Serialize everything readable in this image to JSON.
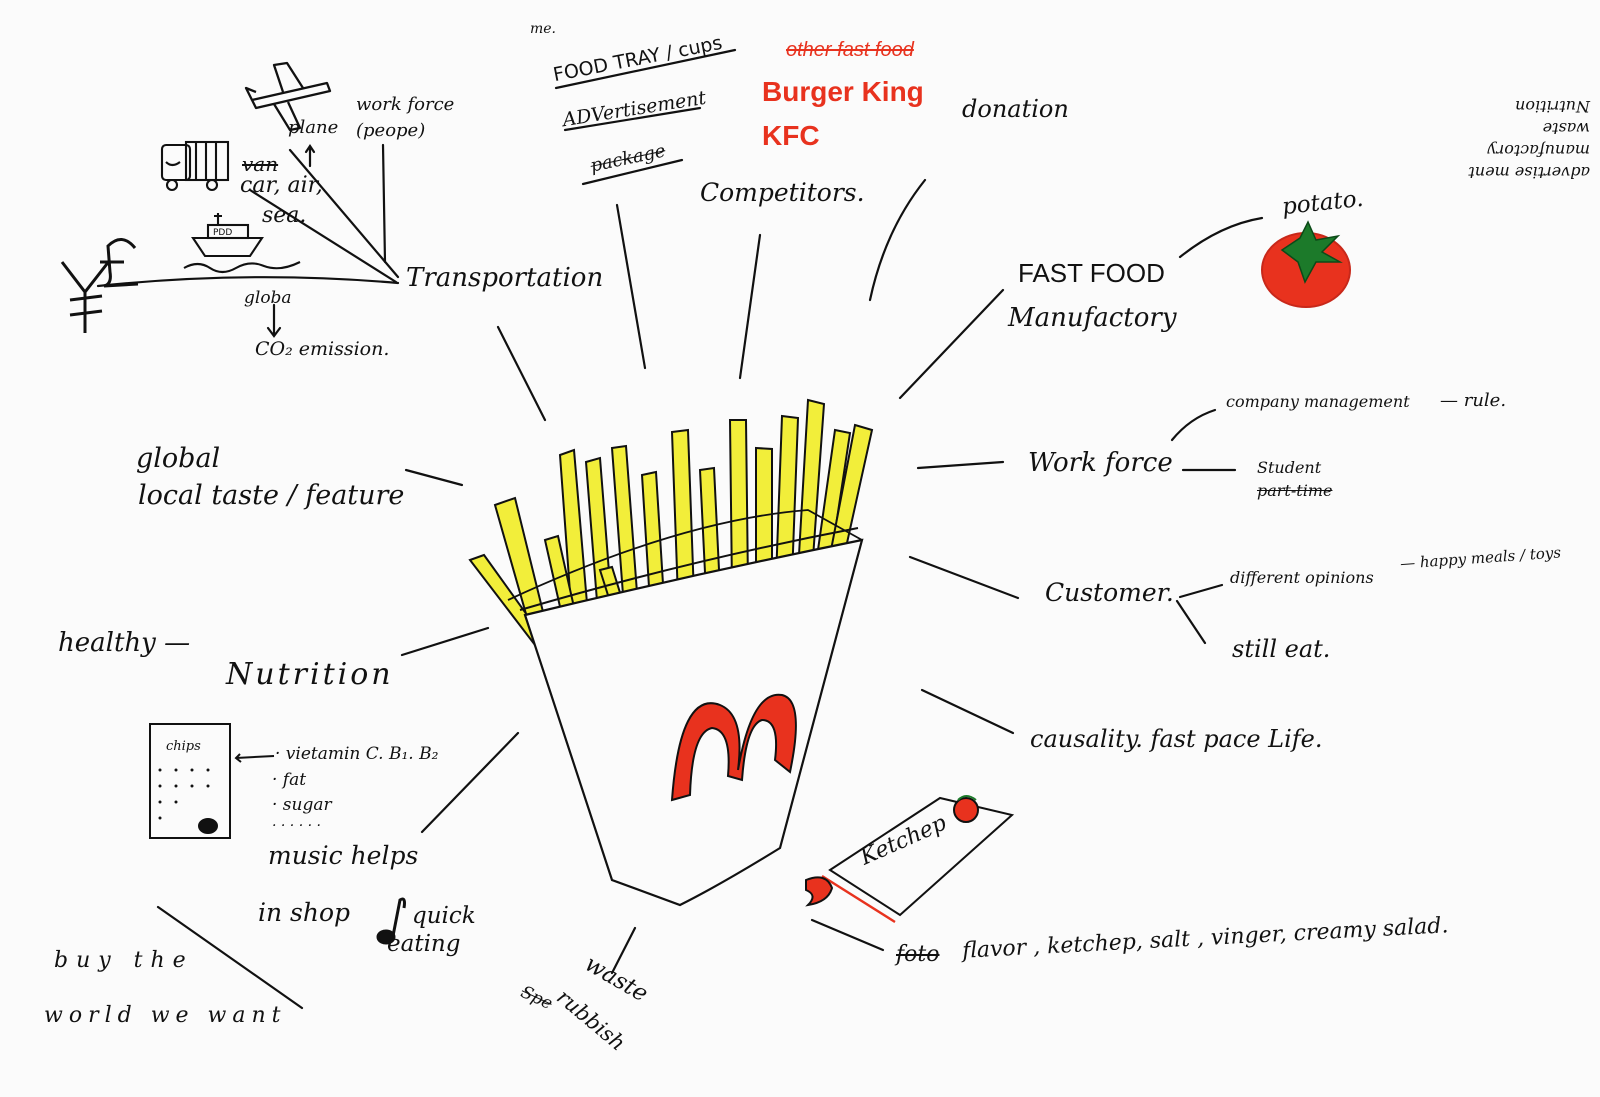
{
  "center": {
    "logo": "M"
  },
  "transport": {
    "plane": "plane",
    "work_force_1": "work force",
    "work_force_2": "(peope)",
    "van": "van",
    "car_air": "car, air,",
    "sea": "sea.",
    "label": "Transportation",
    "global": "globa",
    "co2": "CO₂ emission.",
    "boat_sign": "PDD"
  },
  "marketing": {
    "me": "me.",
    "food_tray": "FOOD TRAY / cups",
    "advertisement": "ADVertisement",
    "package": "package"
  },
  "competitors": {
    "other_fast_food": "other fast food",
    "burger_king": "Burger King",
    "kfc": "KFC",
    "donation": "donation",
    "label": "Competitors."
  },
  "upside_down_note": {
    "line1": "advertise ment",
    "line2": "manufactory",
    "line3": "waste",
    "line4": "Nutrition"
  },
  "manufactory": {
    "potato": "potato.",
    "label_1": "FAST FOOD",
    "label_2": "Manufactory"
  },
  "workforce": {
    "label": "Work force",
    "company_management": "company management",
    "rule": "— rule.",
    "student_1": "Student",
    "student_2": "part-time"
  },
  "customer": {
    "label": "Customer.",
    "different_opinions": "different opinions",
    "happy_meals": "— happy meals / toys",
    "still_eat": "still eat."
  },
  "causality": {
    "label": "causality. fast pace Life."
  },
  "ketchup": {
    "label": "Ketchep",
    "flavor_strike": "foto",
    "flavor": "flavor , ketchep, salt , vinger, creamy salad."
  },
  "global_local": {
    "line1": "global",
    "line2": "local taste / feature"
  },
  "nutrition": {
    "healthy": "healthy —",
    "label": "Nutrition",
    "chips": "chips",
    "vitamin": "· vietamin C. B₁. B₂",
    "fat": "· fat",
    "sugar": "· sugar",
    "dots": ". . . . . ."
  },
  "music": {
    "line1": "music helps",
    "line2": "in shop",
    "quick": "quick",
    "eating": "eating"
  },
  "waste": {
    "label": "waste",
    "strike": "Spe",
    "rubbish": "rubbish"
  },
  "slogan": {
    "line1": "buy the",
    "line2": "world we want"
  },
  "colors": {
    "ink": "#111111",
    "red": "#e8321e",
    "yellow": "#f2ee3a",
    "green": "#1c7a2a"
  }
}
